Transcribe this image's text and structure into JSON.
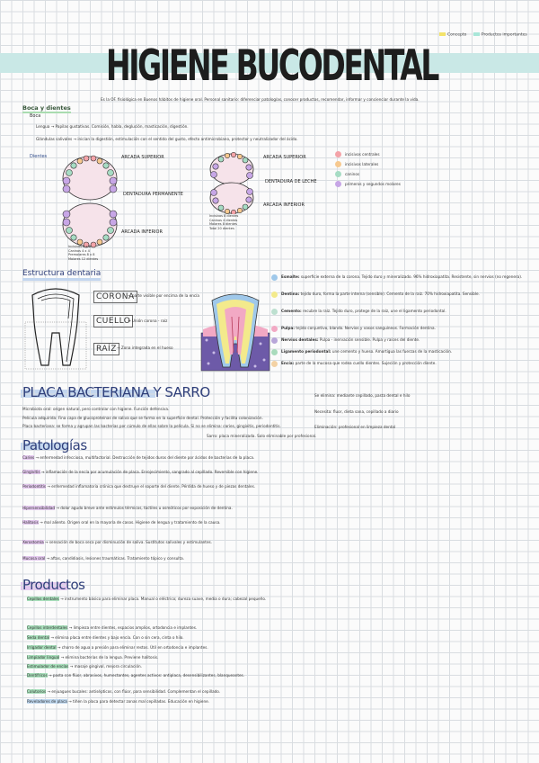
{
  "title": "HIGIENE BUCODENTAL",
  "legend": {
    "item1": "Concepto",
    "item2": "Productos importantes",
    "color1": "#f3e36a",
    "color2": "#a9e7d9"
  },
  "intro": "Es la OF. fisiológica en Buenos hábitos de higiene oral. Personal sanitario: diferenciar patologías, conocer productos, recomendar, informar y concienciar durante la vida.",
  "boca_dientes": {
    "heading": "Boca y dientes",
    "boca": "Boca",
    "lengua": "Lengua → Papilas gustativas. Comisión, habla, deglución, masticación, digestión.",
    "glandulas": "Glándulas salivales → inician la digestión, estimulación con el sentido del gusto, efecto antimicrobiano, protector y neutralizador del ácido.",
    "dientes": "Dientes"
  },
  "arcadas": {
    "sup_left": "ARCADA SUPERIOR",
    "perm": "DENTADURA PERMANENTE",
    "inf_left": "ARCADA INFERIOR",
    "sup_right": "ARCADA SUPERIOR",
    "leche": "DENTADURA DE LECHE",
    "inf_right": "ARCADA INFERIOR",
    "left_legend": [
      "Incisivos 8 x 8",
      "Caninos 4 x 4",
      "Premolares 8 x 8",
      "Molares 12 dientes"
    ],
    "right_legend": [
      "Incisivos 8 dientes",
      "Caninos 4 dientes",
      "Molares 8 dientes",
      "Total 20 dientes"
    ],
    "key": [
      "incisivos centrales",
      "incisivos laterales",
      "caninos",
      "primeros y segundos molares"
    ],
    "key_colors": [
      "#f4a3a8",
      "#f7c98f",
      "#a7dcc4",
      "#c7a6e6"
    ]
  },
  "estructura": {
    "heading": "Estructura dentaria",
    "corona": "CORONA",
    "corona_note": "→ parte visible por encima de la encía",
    "cuello": "CUELLO",
    "cuello_note": "→ Unión corona - raíz",
    "raiz": "RAÍZ",
    "raiz_note": "→ Zona integrada en el hueso",
    "layers": [
      {
        "name": "Esmalte:",
        "text": "superficie externa de la corona. Tejido duro y mineralizado. 96% hidroxiapatita. Resistente, sin nervios (no regenera)."
      },
      {
        "name": "Dentina:",
        "text": "tejido duro, forma la parte interna (sensible). Cemento de la raíz. 70% hidroxiapatita. Sensible."
      },
      {
        "name": "Cemento:",
        "text": "recubre la raíz. Tejido duro, protege de la raíz, une el ligamento periodontal."
      },
      {
        "name": "Pulpa:",
        "text": "tejido conjuntivo, blando. Nervios y vasos sanguíneos. Formación dentina."
      },
      {
        "name": "Nervios dentales:",
        "text": "Pulpa - inervación sensible. Pulpa y raíces del diente."
      },
      {
        "name": "Ligamento periodontal:",
        "text": "une cemento y hueso. Amortigua las fuerzas de la masticación."
      },
      {
        "name": "Encía:",
        "text": "parte de la mucosa que rodea cuello dientes. Sujeción y protección diente."
      }
    ],
    "layer_colors": [
      "#9fc8ea",
      "#f3ea8c",
      "#bde0d0",
      "#f2a9c4",
      "#b8a6d9",
      "#a9dbbc",
      "#f3d2a4"
    ]
  },
  "placa": {
    "heading": "PLACA BACTERIANA Y SARRO",
    "line1": "Microbiota oral: origen natural, pero controlar con higiene. Función defensiva.",
    "line2": "Película adquirida: Fina capa de glucoproteínas de saliva que se forma en la superficie dental. Protección y facilita colonización.",
    "line3": "Placa bacteriana: se forma y agrupan las bacterias por cúmulo de ellas sobre la película. Si no se elimina: caries, gingivitis, periodontitis.",
    "right1": "Se elimina: mediante cepillado, pasta dental e hilo",
    "right2": "Necesita: fluor, dieta sana, cepillado a diario",
    "right3": "Eliminación: profesional en limpieza dental",
    "sarro": "Sarro: placa mineralizada. Solo eliminable por profesional."
  },
  "patologias": {
    "heading": "Patologías",
    "items": [
      {
        "name": "Caries",
        "text": "enfermedad infecciosa, multifactorial. Destrucción de tejidos duros del diente por ácidos de bacterias de la placa."
      },
      {
        "name": "Gingivitis",
        "text": "inflamación de la encía por acumulación de placa. Enrojecimiento, sangrado al cepillado. Reversible con higiene."
      },
      {
        "name": "Periodontitis",
        "text": "enfermedad inflamatoria crónica que destruye el soporte del diente. Pérdida de hueso y de piezas dentales."
      },
      {
        "name": "Hipersensibilidad",
        "text": "dolor agudo breve ante estímulos térmicos, táctiles u osmóticos por exposición de dentina."
      },
      {
        "name": "Halitosis",
        "text": "mal aliento. Origen oral en la mayoría de casos. Higiene de lengua y tratamiento de la causa."
      },
      {
        "name": "Xerostomía",
        "text": "sensación de boca seca por disminución de saliva. Sustitutos salivales y estimulantes."
      },
      {
        "name": "Mucosa oral",
        "text": "aftas, candidiasis, lesiones traumáticas. Tratamiento tópico y consulta."
      }
    ]
  },
  "productos": {
    "heading": "Productos",
    "items": [
      {
        "name": "Cepillos dentales",
        "text": "instrumento básico para eliminar placa. Manual o eléctrico; dureza suave, media o dura; cabezal pequeño."
      },
      {
        "name": "Cepillos interdentales",
        "text": "limpieza entre dientes, espacios amplios, ortodoncia e implantes."
      },
      {
        "name": "Seda dental",
        "text": "elimina placa entre dientes y bajo encía. Con o sin cera, cinta o hilo."
      },
      {
        "name": "Irrigador dental",
        "text": "chorro de agua a presión para eliminar restos. Útil en ortodoncia e implantes."
      },
      {
        "name": "Limpiador lingual",
        "text": "elimina bacterias de la lengua. Previene halitosis."
      },
      {
        "name": "Estimulador de encías",
        "text": "masaje gingival, mejora circulación."
      },
      {
        "name": "Dentífricos",
        "text": "pasta con flúor, abrasivos, humectantes, agentes activos: antiplaca, desensibilizantes, blanqueantes."
      },
      {
        "name": "Colutorios",
        "text": "enjuagues bucales: antisépticos, con flúor, para sensibilidad. Complementan el cepillado."
      },
      {
        "name": "Reveladores de placa",
        "text": "tiñen la placa para detectar zonas mal cepilladas. Educación en higiene."
      }
    ]
  }
}
